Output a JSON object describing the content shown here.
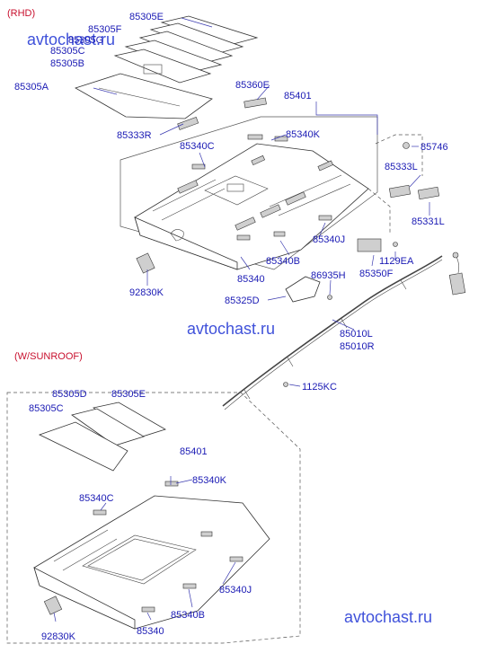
{
  "notes": {
    "rhd": "(RHD)",
    "sunroof": "(W/SUNROOF)"
  },
  "watermarks": [
    "avtochast.ru",
    "avtochast.ru",
    "avtochast.ru"
  ],
  "rhd_labels": {
    "p85305E": "85305E",
    "p85305F": "85305F",
    "p85305G": "85305G",
    "p85305C": "85305C",
    "p85305B": "85305B",
    "p85305A": "85305A",
    "p85360E": "85360E",
    "p85401": "85401",
    "p85333R": "85333R",
    "p85340C": "85340C",
    "p85340K": "85340K",
    "p85746": "85746",
    "p85333L": "85333L",
    "p85331L": "85331L",
    "p85340J": "85340J",
    "p85340B": "85340B",
    "p85340": "85340",
    "p92830K": "92830K",
    "p86935H": "86935H",
    "p1129EA": "1129EA",
    "p85350F": "85350F",
    "p85325D": "85325D",
    "p85010L": "85010L",
    "p85010R": "85010R",
    "p1125KC": "1125KC"
  },
  "sunroof_labels": {
    "p85305D": "85305D",
    "p85305E": "85305E",
    "p85305C": "85305C",
    "p85401": "85401",
    "p85340K": "85340K",
    "p85340C": "85340C",
    "p85340J": "85340J",
    "p85340B": "85340B",
    "p85340": "85340",
    "p92830K": "92830K"
  }
}
